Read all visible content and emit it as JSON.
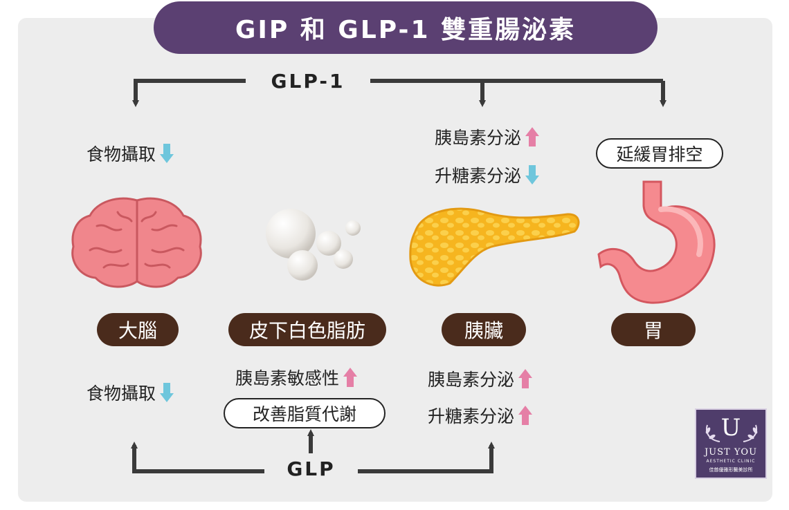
{
  "title": "GIP 和 GLP-1 雙重腸泌素",
  "hubs": {
    "top": "GLP-1",
    "bottom": "GLP"
  },
  "organs": {
    "brain": "大腦",
    "fat": "皮下白色脂肪",
    "pancreas": "胰臟",
    "stomach": "胃"
  },
  "top_effects": {
    "brain_intake": "食物攝取",
    "pancreas_insulin": "胰島素分泌",
    "pancreas_glucagon": "升糖素分泌",
    "stomach_emptying": "延緩胃排空"
  },
  "bottom_effects": {
    "brain_intake": "食物攝取",
    "fat_insulin_sensitivity": "胰島素敏感性",
    "fat_metabolism": "改善脂質代謝",
    "pancreas_insulin": "胰島素分泌",
    "pancreas_glucagon": "升糖素分泌"
  },
  "logo": {
    "letter": "U",
    "name": "JUST YOU",
    "tagline": "AESTHETIC CLINIC",
    "cn": "佳慈優雅形醫美診所"
  },
  "colors": {
    "purple": "#5b4072",
    "brown": "#4a2b1c",
    "up_arrow": "#e57fa6",
    "down_arrow": "#6ec6dc",
    "connector": "#3a3a3a"
  }
}
